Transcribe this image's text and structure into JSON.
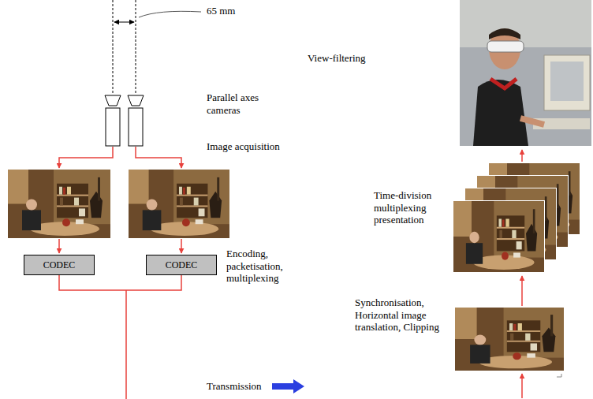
{
  "diagram": {
    "nodes": [
      {
        "text": [
          "CODEC"
        ]
      },
      {
        "text": [
          "CODEC"
        ]
      }
    ],
    "labels": [
      "65 mm",
      "Parallel axes cameras",
      "Image acquisition",
      "Encoding, packetisation, multiplexing",
      "View-filtering",
      "Transmission",
      "Time-division multiplexing presentation",
      "Synchronisation, Horizontal image translation, Clipping"
    ]
  }
}
